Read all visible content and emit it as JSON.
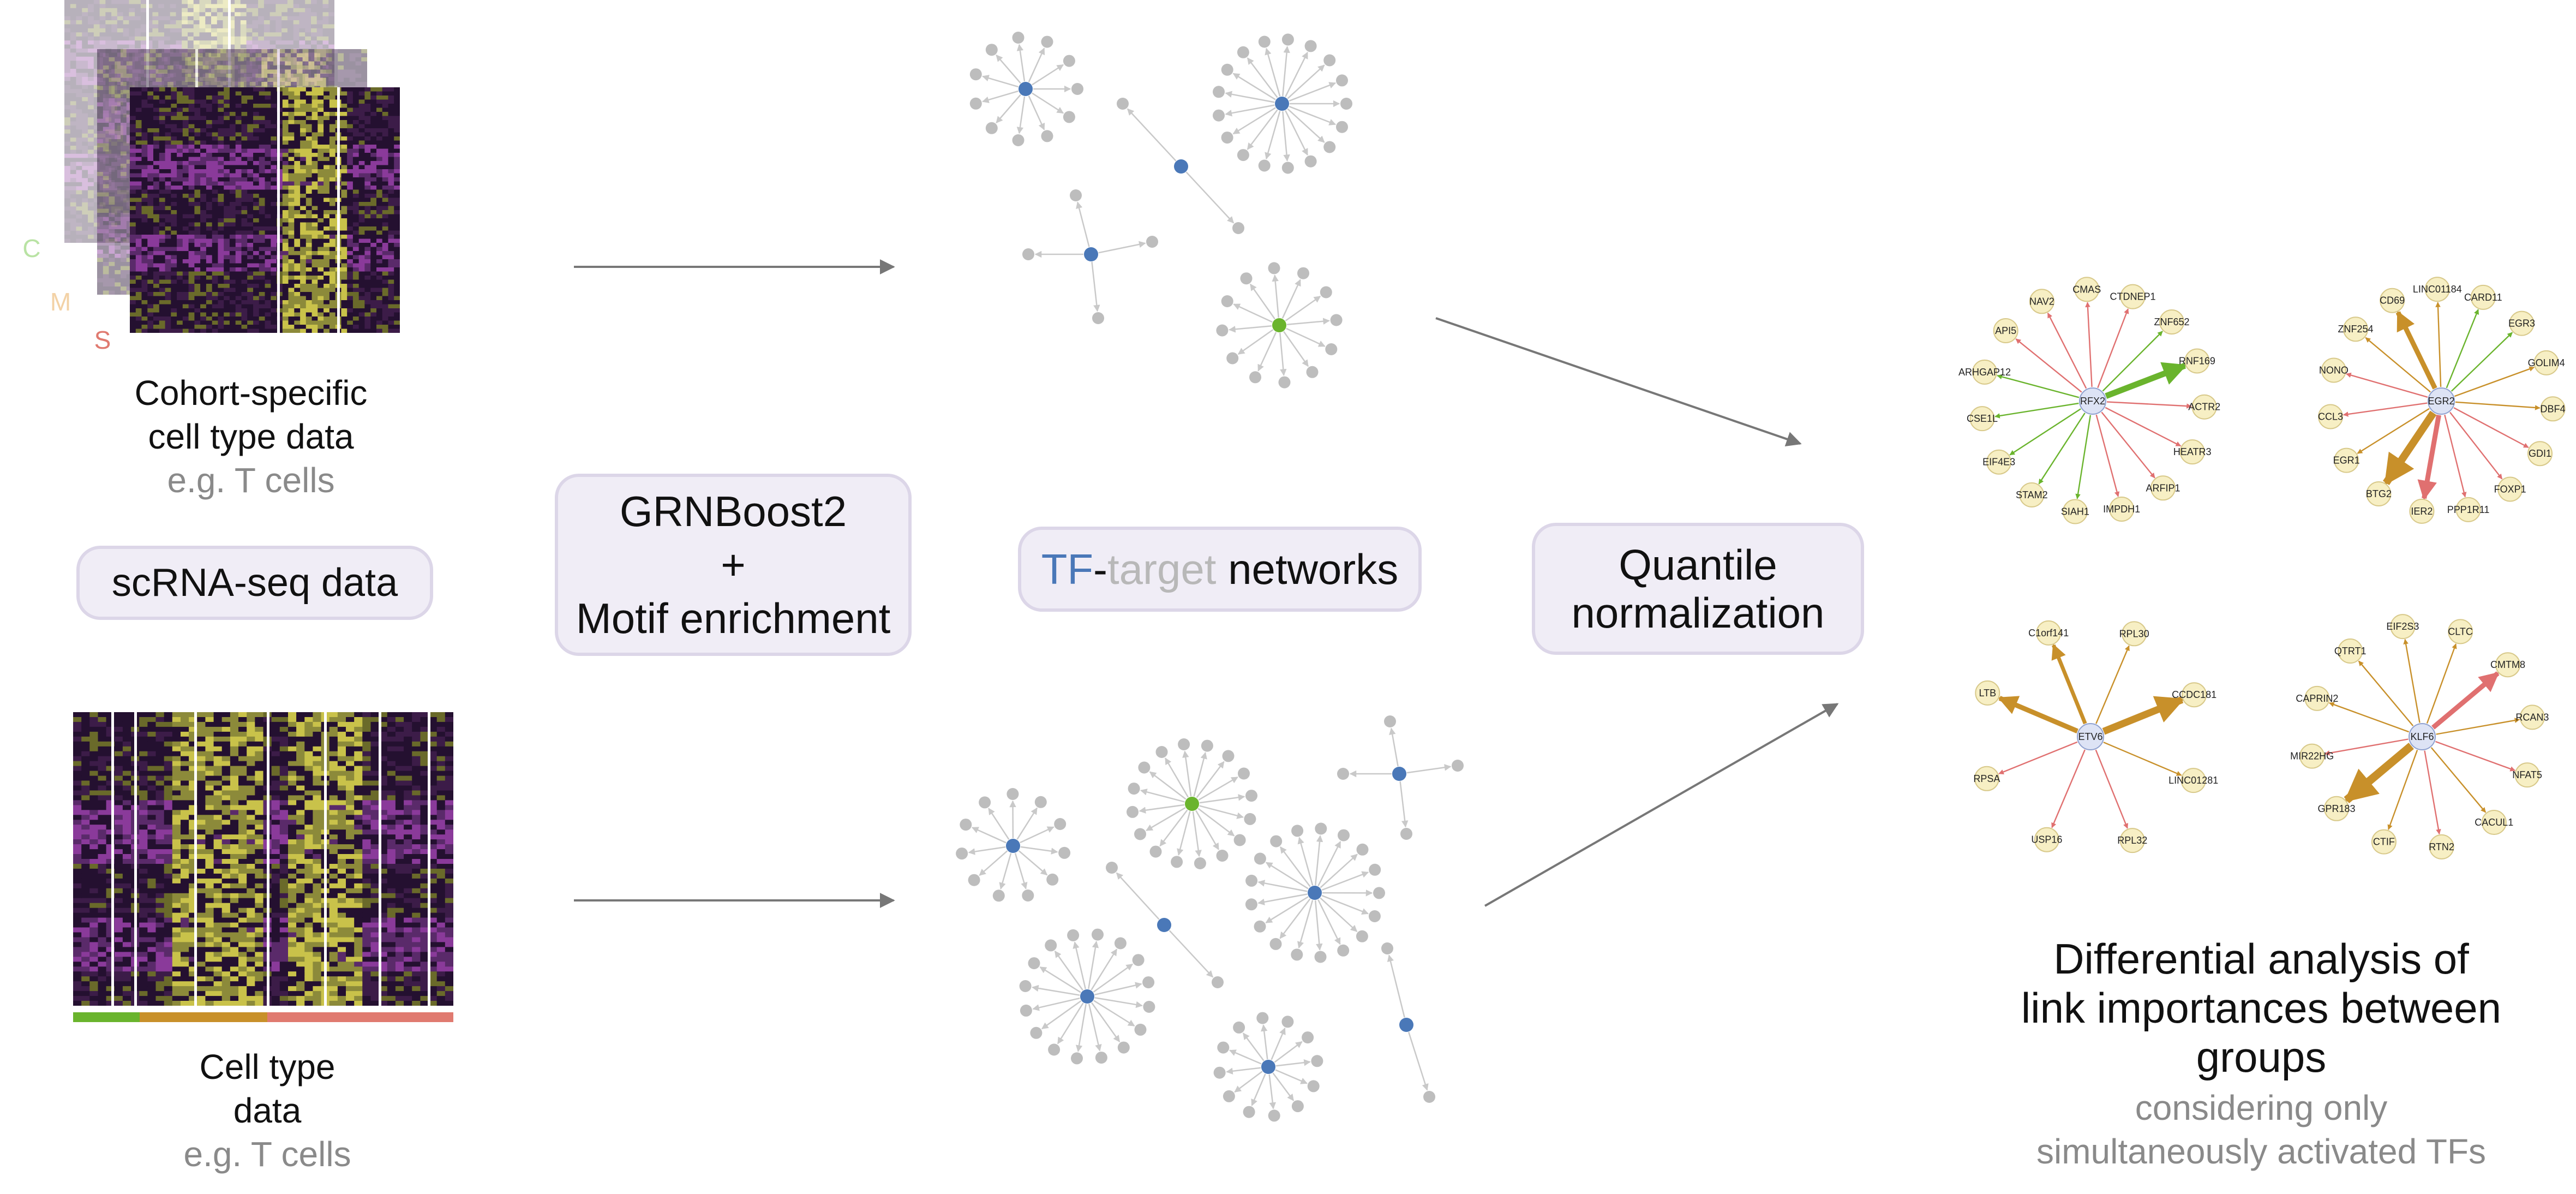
{
  "left": {
    "cohort_letters": [
      "C",
      "M",
      "S"
    ],
    "cohort_title_line1": "Cohort-specific",
    "cohort_title_line2": "cell type data",
    "cohort_example": "e.g. T cells",
    "scrna_label": "scRNA-seq data",
    "celltype_title_line1": "Cell type",
    "celltype_title_line2": "data",
    "celltype_example": "e.g. T cells"
  },
  "method": {
    "line1": "GRNBoost2",
    "line2": "+",
    "line3": "Motif enrichment"
  },
  "networks": {
    "tf_word": "TF",
    "dash": "-",
    "target_word": "target",
    "rest": " networks"
  },
  "normalization": {
    "line1": "Quantile",
    "line2": "normalization"
  },
  "differential": {
    "line1": "Differential analysis of",
    "line2": "link importances between",
    "line3": "groups",
    "sub1": "considering only",
    "sub2": "simultaneously activated TFs"
  },
  "colors": {
    "tf_blue": "#4a78b8",
    "tf_green": "#6ab42d",
    "target_grey": "#bdbdbd",
    "edge_green": "#6ab42d",
    "edge_gold": "#c8902a",
    "edge_red": "#e07070",
    "node_fill": "#f7efc4",
    "tf_node_fill": "#dde3f5",
    "bar_green": "#6ab42d",
    "bar_gold": "#c8902a",
    "bar_red": "#e07a70",
    "cohort_C": "#b9e3a4",
    "cohort_M": "#f3d2a6",
    "cohort_S": "#e07a70"
  },
  "tf_networks": [
    {
      "tf": "RFX2",
      "targets": [
        "NAV2",
        "CMAS",
        "CTDNEP1",
        "ZNF652",
        "RNF169",
        "ACTR2",
        "HEATR3",
        "ARFIP1",
        "IMPDH1",
        "SIAH1",
        "STAM2",
        "EIF4E3",
        "CSE1L",
        "ARHGAP12",
        "API5"
      ]
    },
    {
      "tf": "EGR2",
      "targets": [
        "CD69",
        "LINC01184",
        "CARD11",
        "EGR3",
        "GOLIM4",
        "DBF4",
        "GDI1",
        "FOXP1",
        "PPP1R11",
        "IER2",
        "BTG2",
        "EGR1",
        "CCL3",
        "NONO",
        "ZNF254"
      ]
    },
    {
      "tf": "ETV6",
      "targets": [
        "C1orf141",
        "RPL30",
        "CCDC181",
        "LINC01281",
        "RPL32",
        "USP16",
        "RPSA",
        "LTB"
      ]
    },
    {
      "tf": "KLF6",
      "targets": [
        "EIF2S3",
        "CLTC",
        "CMTM8",
        "RCAN3",
        "NFAT5",
        "CACUL1",
        "RTN2",
        "CTIF",
        "GPR183",
        "MIR22HG",
        "CAPRIN2",
        "QTRT1"
      ]
    }
  ]
}
